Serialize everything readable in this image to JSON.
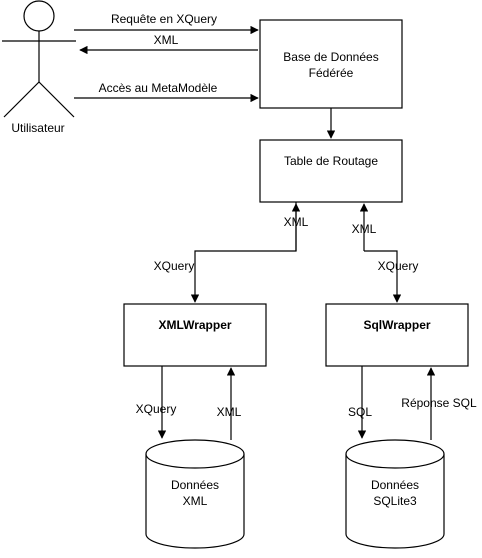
{
  "actor": {
    "label": "Utilisateur"
  },
  "nodes": {
    "federated_db": {
      "lines": [
        "Base de Données",
        "Fédérée"
      ]
    },
    "routing_table": {
      "lines": [
        "Table de Routage"
      ]
    },
    "xml_wrapper": {
      "lines": [
        "XMLWrapper"
      ]
    },
    "sql_wrapper": {
      "lines": [
        "SqlWrapper"
      ]
    },
    "xml_data": {
      "lines": [
        "Données",
        "XML"
      ]
    },
    "sqlite_data": {
      "lines": [
        "Données",
        "SQLite3"
      ]
    }
  },
  "edges": {
    "xquery_request": "Requête en XQuery",
    "xml_response": "XML",
    "metamodel_access": "Accès au MetaModèle",
    "route_to_xml_xquery": "XQuery",
    "route_from_xml_xml": "XML",
    "route_from_sql_xml": "XML",
    "route_to_sql_xquery": "XQuery",
    "xmlwrapper_xquery": "XQuery",
    "xmlwrapper_xml": "XML",
    "sqlwrapper_sql": "SQL",
    "sqlwrapper_response": "Réponse SQL"
  }
}
